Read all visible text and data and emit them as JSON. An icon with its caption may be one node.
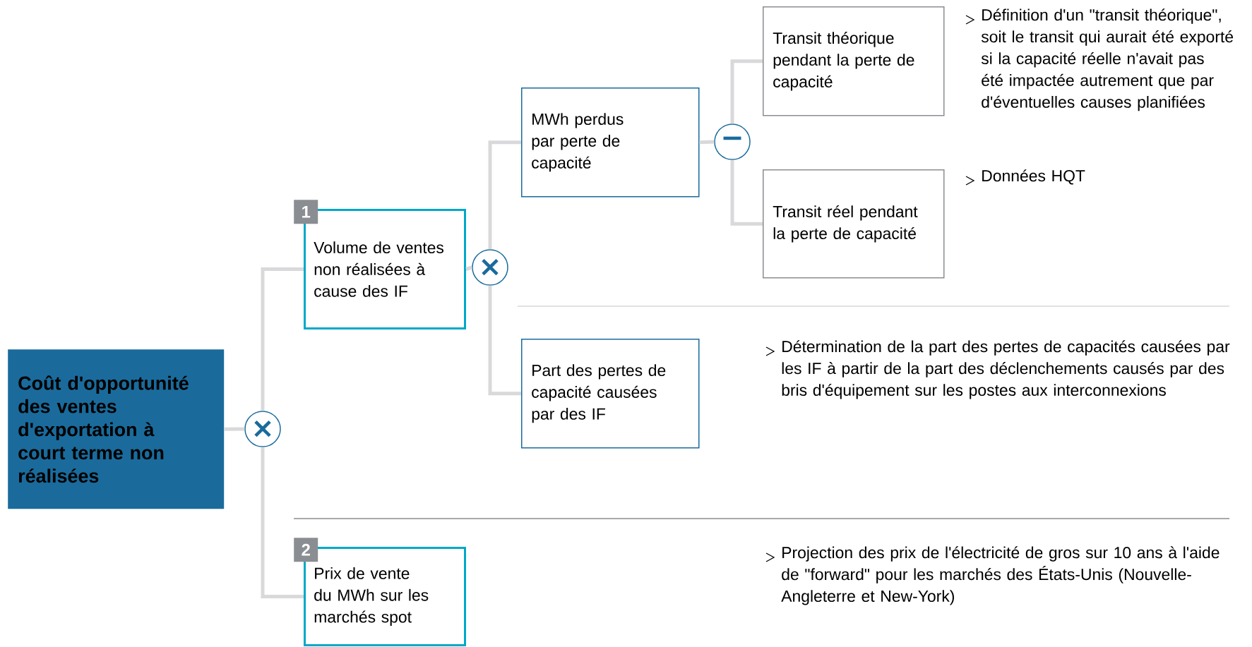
{
  "diagram": {
    "nodes": [
      {
        "text": [
          "Coût d'opportunité des ventes d'exportation à court terme non réalisées"
        ]
      },
      {
        "text": [
          "×"
        ]
      },
      {
        "text": [
          "1",
          "Volume de ventes non réalisées à cause des IF"
        ]
      },
      {
        "text": [
          "×"
        ]
      },
      {
        "text": [
          "MWh perdus par perte de capacité"
        ]
      },
      {
        "text": [
          "−"
        ]
      },
      {
        "text": [
          "Transit théorique pendant la perte de capacité"
        ],
        "beside": [
          "Définition d'un \"transit théorique\", soit le transit qui aurait été exporté si la capacité réelle n'avait pas été impactée autrement que par d'éventuelles causes planifiées"
        ]
      },
      {
        "text": [
          "Transit réel pendant la perte de capacité"
        ],
        "beside": [
          "Données HQT"
        ]
      },
      {
        "text": [
          "Part des pertes de capacité causées par des IF"
        ]
      },
      {
        "text": [
          "2",
          "Prix de vente du MWh sur les marchés spot"
        ]
      }
    ],
    "edges": [
      {
        "from": 0,
        "to": 1,
        "arrow": "none"
      },
      {
        "from": 1,
        "to": 2,
        "arrow": "none"
      },
      {
        "from": 1,
        "to": 9,
        "arrow": "none"
      },
      {
        "from": 2,
        "to": 3,
        "arrow": "none"
      },
      {
        "from": 3,
        "to": 4,
        "arrow": "none"
      },
      {
        "from": 3,
        "to": 8,
        "arrow": "none"
      },
      {
        "from": 4,
        "to": 5,
        "arrow": "none"
      },
      {
        "from": 5,
        "to": 6,
        "arrow": "none"
      },
      {
        "from": 5,
        "to": 7,
        "arrow": "none"
      }
    ],
    "labels": [
      "Détermination de la part des pertes de capacités causées par les IF à partir de la part des déclenchements causés par des bris d'équipement sur les postes aux interconnexions",
      "Projection des prix de l'électricité de gros sur 10 ans à l'aide de \"forward\" pour les marchés des États-Unis (Nouvelle-Angleterre et New-York)"
    ]
  }
}
